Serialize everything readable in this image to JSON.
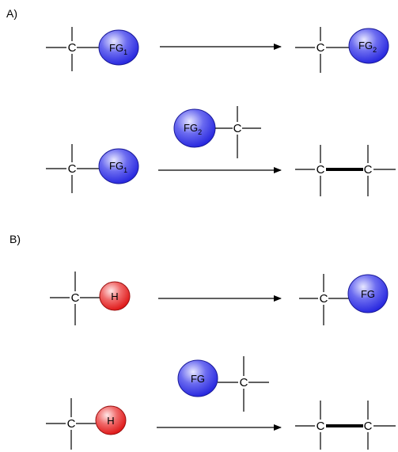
{
  "panels": {
    "a": {
      "label": "A)"
    },
    "b": {
      "label": "B)"
    }
  },
  "atoms": {
    "carbon": "C"
  },
  "groups": {
    "fg": "FG",
    "sub1": "1",
    "sub2": "2",
    "h": "H"
  },
  "colors": {
    "blue_sphere": "#2222dd",
    "blue_highlight": "#e8e8ff",
    "red_sphere": "#dd1111",
    "red_highlight": "#ffe8e8",
    "line": "#000000"
  }
}
